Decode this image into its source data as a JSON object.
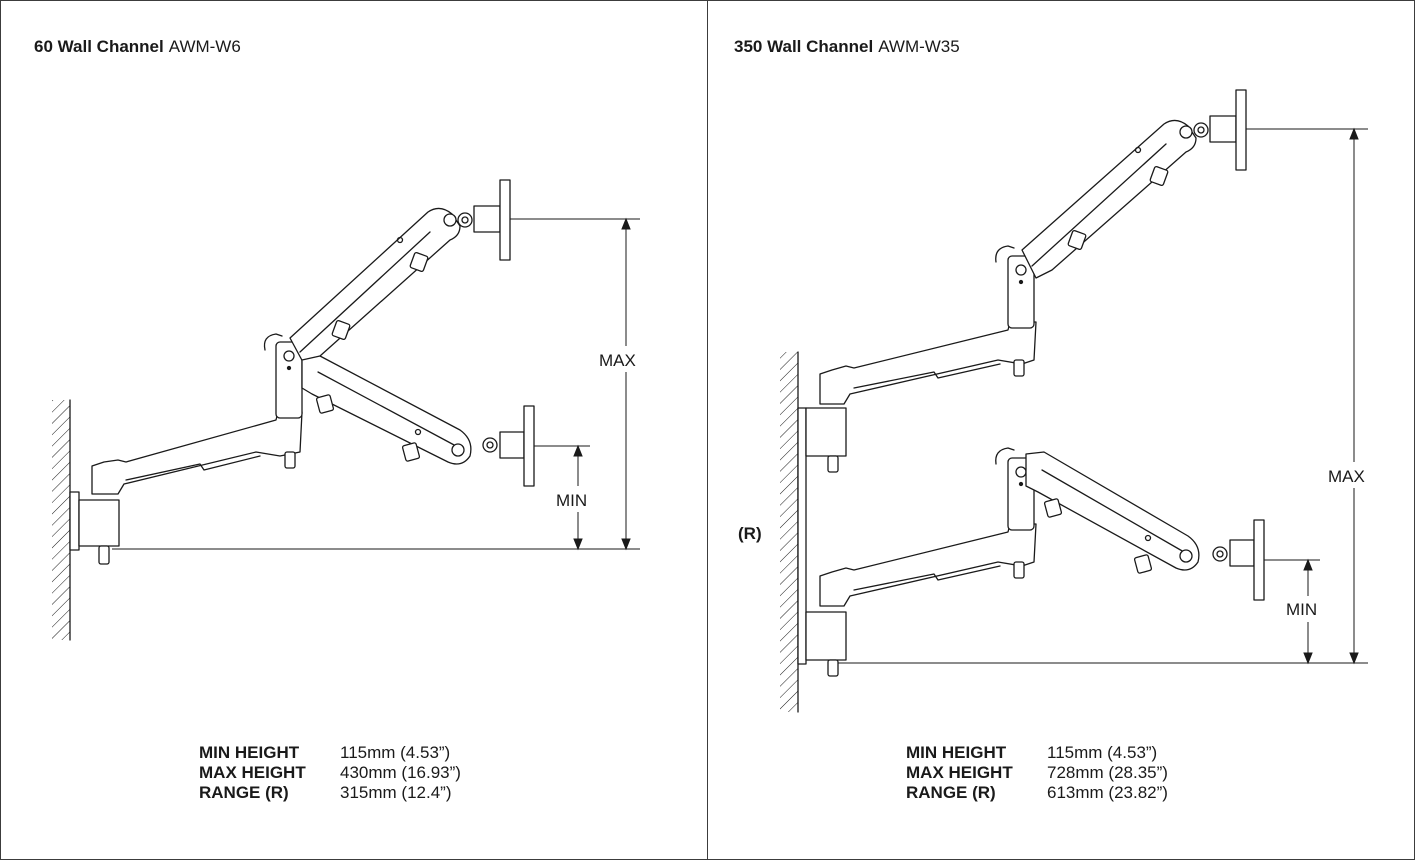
{
  "left": {
    "title_bold": "60 Wall Channel",
    "title_model": "AWM-W6",
    "max_label": "MAX",
    "min_label": "MIN",
    "specs": [
      {
        "label": "MIN HEIGHT",
        "value": "115mm (4.53”)"
      },
      {
        "label": "MAX HEIGHT",
        "value": "430mm (16.93”)"
      },
      {
        "label": "RANGE (R)",
        "value": "315mm (12.4”)"
      }
    ]
  },
  "right": {
    "title_bold": "350 Wall Channel",
    "title_model": "AWM-W35",
    "max_label": "MAX",
    "min_label": "MIN",
    "range_label": "(R)",
    "specs": [
      {
        "label": "MIN HEIGHT",
        "value": "115mm (4.53”)"
      },
      {
        "label": "MAX HEIGHT",
        "value": "728mm (28.35”)"
      },
      {
        "label": "RANGE (R)",
        "value": "613mm (23.82”)"
      }
    ]
  },
  "colors": {
    "line": "#1a1a1a",
    "frame": "#3c3c3c"
  }
}
